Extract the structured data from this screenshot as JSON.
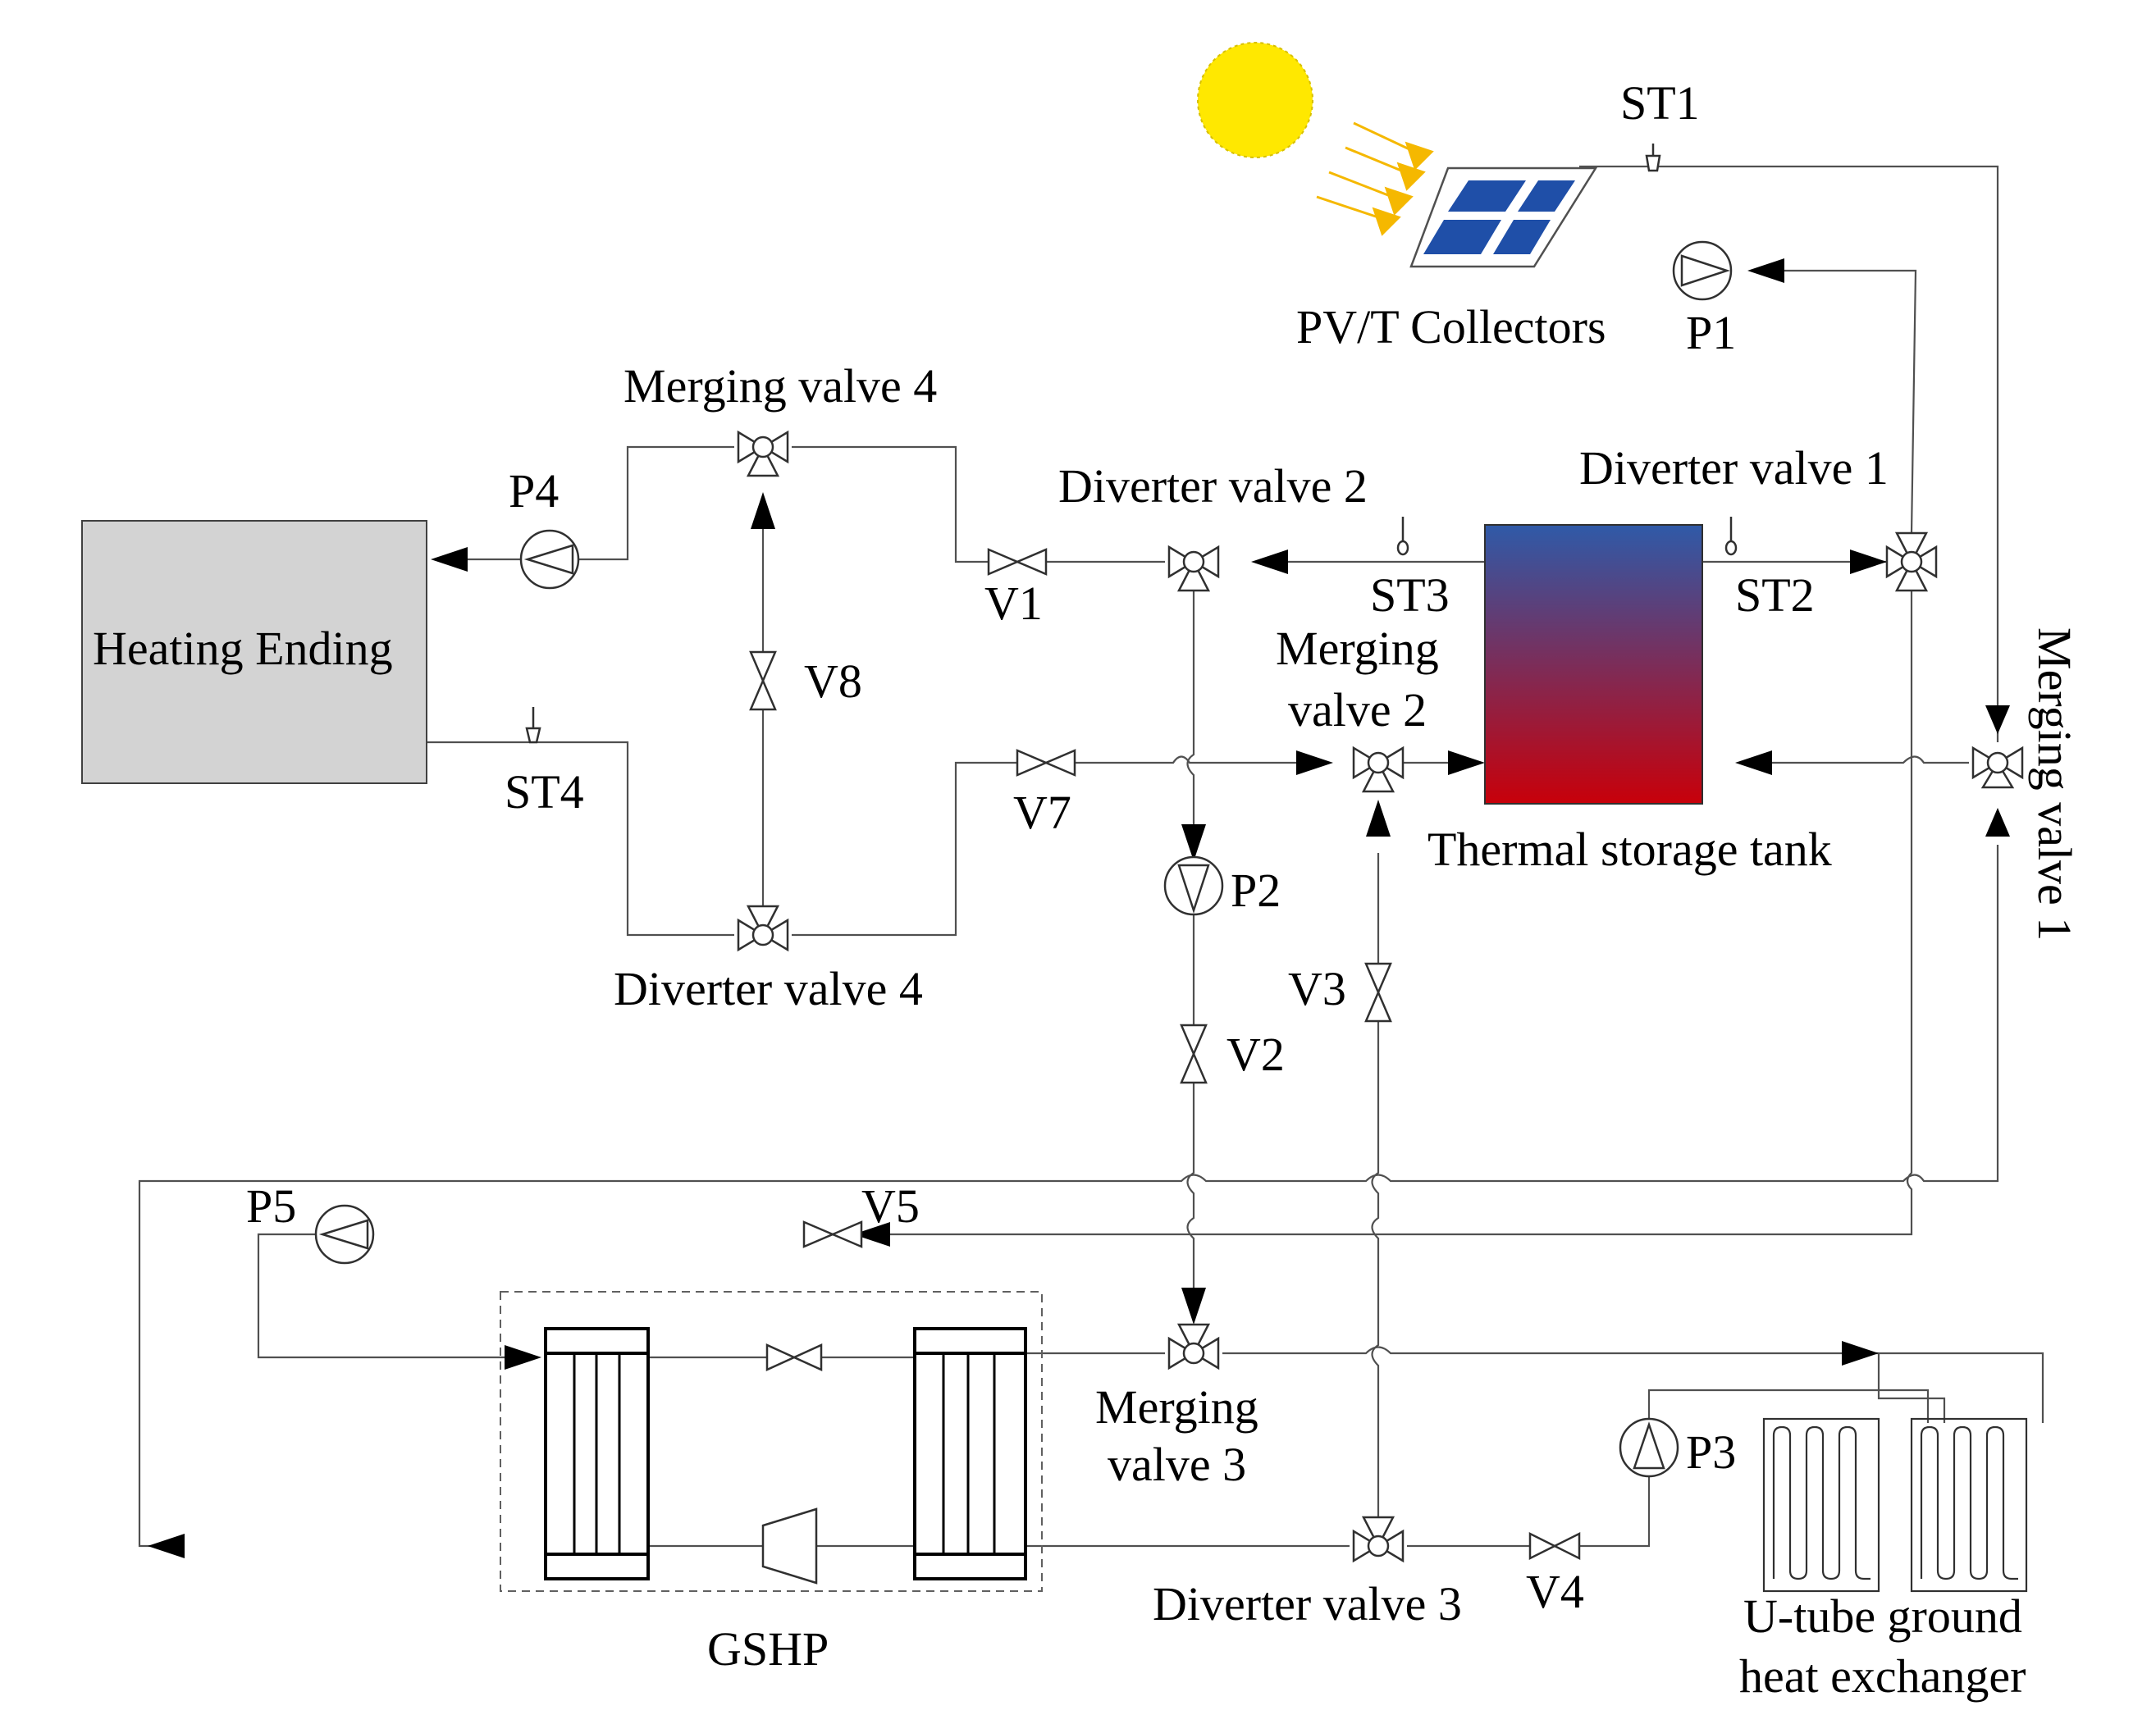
{
  "labels": {
    "st1": "ST1",
    "pvt": "PV/T Collectors",
    "p1": "P1",
    "merging_valve_4": "Merging valve 4",
    "p4": "P4",
    "heating_ending": "Heating Ending",
    "diverter_valve_2": "Diverter valve 2",
    "diverter_valve_1": "Diverter valve 1",
    "v1": "V1",
    "st3": "ST3",
    "st2": "ST2",
    "merging_valve_2_l1": "Merging",
    "merging_valve_2_l2": "valve 2",
    "merging_valve_1": "Merging valve 1",
    "v8": "V8",
    "st4": "ST4",
    "v7": "V7",
    "thermal_storage_tank": "Thermal storage tank",
    "p2": "P2",
    "diverter_valve_4": "Diverter valve 4",
    "v3": "V3",
    "v2": "V2",
    "p5": "P5",
    "v5": "V5",
    "merging_valve_3_l1": "Merging",
    "merging_valve_3_l2": "valve 3",
    "p3": "P3",
    "diverter_valve_3": "Diverter valve 3",
    "v4": "V4",
    "gshp": "GSHP",
    "ground_hx_l1": "U-tube ground",
    "ground_hx_l2": "heat exchanger"
  },
  "colors": {
    "sun": "#FFE800",
    "sun_rays": "#F5B800",
    "pv_cells": "#1F4FA8",
    "tank_top": "#2F5AA8",
    "tank_bottom": "#C8000A",
    "heating_box": "#D3D3D3"
  }
}
